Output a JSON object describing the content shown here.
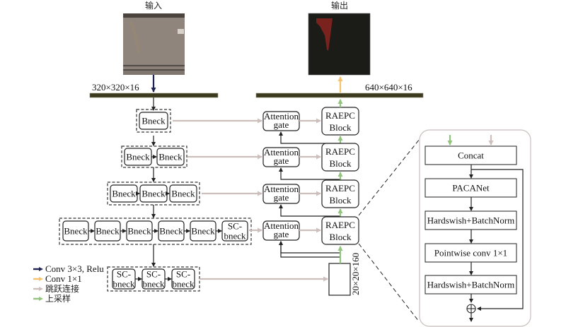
{
  "input": {
    "title": "输入",
    "dims": "320×320×16"
  },
  "output": {
    "title": "输出",
    "dims": "640×640×16"
  },
  "bottleneck_dims": "20×20×160",
  "colors": {
    "conv3x3": "#1f2352",
    "conv1x1": "#f6c26b",
    "skip": "#cdbfbc",
    "upsample": "#93c47d",
    "bar": "#3b3a1f",
    "mask": "#7a231e",
    "output_bg": "#1b1b18"
  },
  "encoder": {
    "rows": [
      {
        "blocks": [
          "Bneck"
        ]
      },
      {
        "blocks": [
          "Bneck",
          "Bneck"
        ]
      },
      {
        "blocks": [
          "Bneck",
          "Bneck",
          "Bneck"
        ]
      },
      {
        "blocks": [
          "Bneck",
          "Bneck",
          "Bneck",
          "Bneck",
          "Bneck",
          "SC-\nbneck"
        ]
      },
      {
        "blocks": [
          "SC-\nbneck",
          "SC-\nbneck",
          "SC-\nbneck"
        ]
      }
    ]
  },
  "decoder": {
    "attention_gate": {
      "line1": "Attention",
      "line2": "gate"
    },
    "raepc_block": {
      "line1": "RAEPC",
      "line2": "Block"
    }
  },
  "raepc_detail": {
    "steps": [
      "Concat",
      "PACANet",
      "Hardswish+BatchNorm",
      "Pointwise conv 1×1",
      "Hardswish+BatchNorm"
    ],
    "sum_symbol": "⊕"
  },
  "legend": [
    {
      "label": "Conv 3×3, Relu",
      "color_key": "conv3x3"
    },
    {
      "label": "Conv 1×1",
      "color_key": "conv1x1"
    },
    {
      "label": "跳跃连接",
      "color_key": "skip"
    },
    {
      "label": "上采样",
      "color_key": "upsample"
    }
  ]
}
